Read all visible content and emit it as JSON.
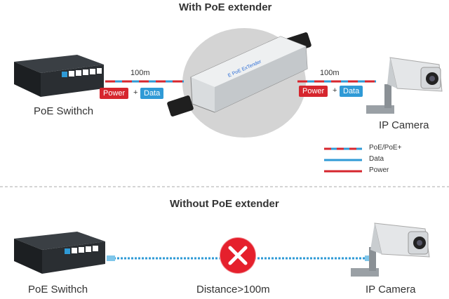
{
  "top": {
    "title": "With PoE extender",
    "left_label": "PoE Swithch",
    "right_label": "IP Camera",
    "left_distance": "100m",
    "right_distance": "100m",
    "power_tag": "Power",
    "data_tag": "Data",
    "plus": "+",
    "legend": [
      "PoE/PoE+",
      "Data",
      "Power"
    ]
  },
  "bottom": {
    "title": "Without PoE extender",
    "left_label": "PoE Swithch",
    "right_label": "IP Camera",
    "distance_label": "Distance>100m"
  },
  "colors": {
    "power": "#d6262e",
    "data": "#2f9ad6",
    "error": "#e5202c",
    "ellipse": "#c9c9c9"
  },
  "icons": [
    "poe-switch-icon",
    "poe-extender-icon",
    "ip-camera-icon",
    "error-x-icon"
  ]
}
